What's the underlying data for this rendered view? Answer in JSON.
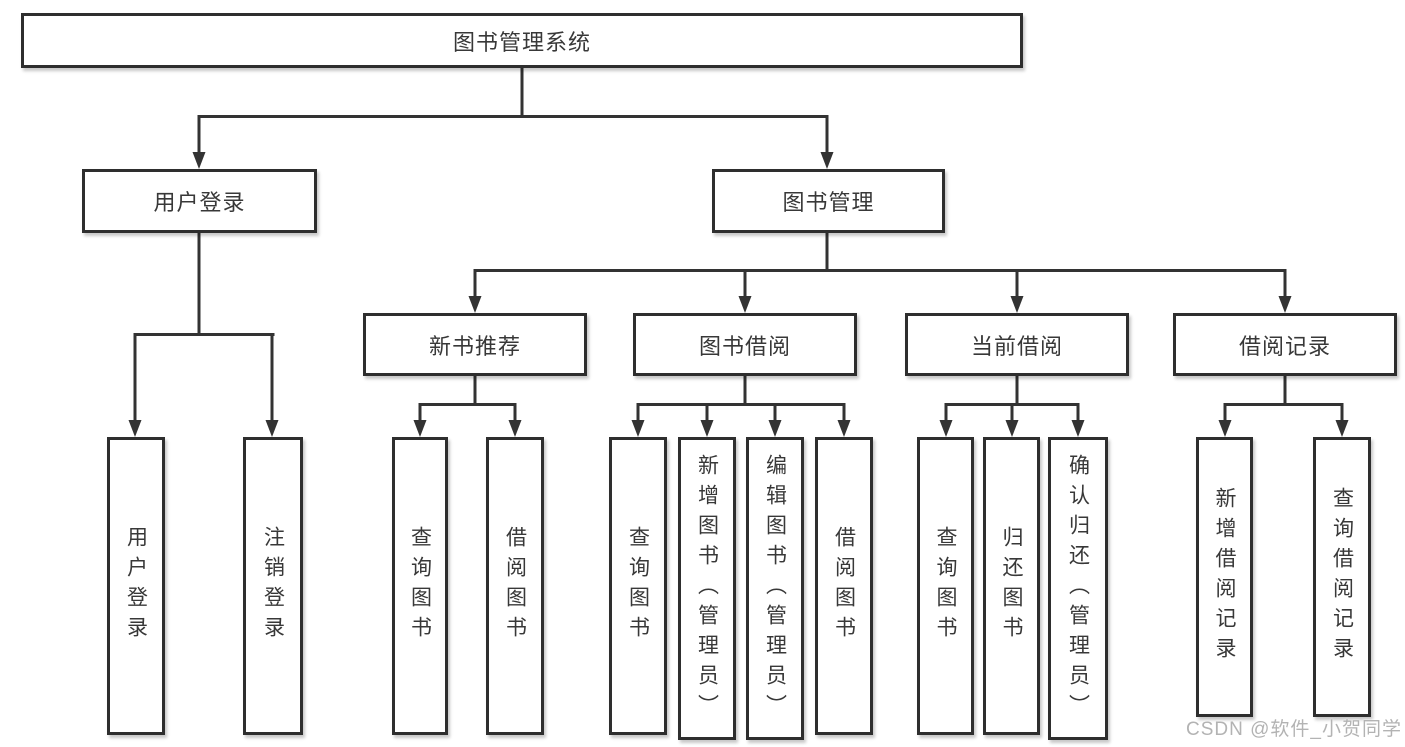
{
  "nodes": {
    "root": "图书管理系统",
    "user_login_group": "用户登录",
    "book_manage": "图书管理",
    "new_book_rec": "新书推荐",
    "book_borrow": "图书借阅",
    "current_borrow": "当前借阅",
    "borrow_record": "借阅记录",
    "login": "用户登录",
    "logout": "注销登录",
    "rec_search": "查询图书",
    "rec_borrow": "借阅图书",
    "bb_search": "查询图书",
    "bb_add": "新增图书（管理员）",
    "bb_edit": "编辑图书（管理员）",
    "bb_borrow": "借阅图书",
    "cb_search": "查询图书",
    "cb_return": "归还图书",
    "cb_confirm": "确认归还（管理员）",
    "br_add": "新增借阅记录",
    "br_search": "查询借阅记录"
  },
  "watermark": {
    "text": "CSDN @软件_小贺同学"
  },
  "colors": {
    "line": "#333333",
    "border": "#2e2e2e",
    "text": "#383838",
    "watermark": "#b3b3b3",
    "background": "#ffffff"
  }
}
